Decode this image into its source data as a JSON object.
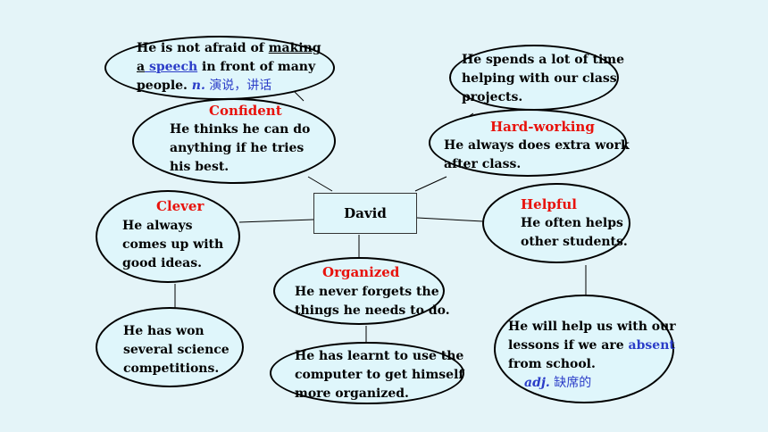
{
  "center": "David",
  "confident": {
    "title": "Confident",
    "lines": [
      "He thinks he can do",
      "anything if he tries",
      "his best."
    ],
    "detail": {
      "l1_pre": "He is not afraid of ",
      "l1_u": "making",
      "l2_a": "a",
      "l2_link": " speech",
      "l2_post": " in front of many",
      "l3_pre": "people. ",
      "l3_pos": "n.",
      "l3_cn": " 演说，讲话"
    }
  },
  "hardworking": {
    "title": "Hard-working",
    "lines": [
      "He always does extra work",
      "after class."
    ],
    "detail": [
      "He spends a lot of time",
      "helping with our class",
      "projects."
    ]
  },
  "clever": {
    "title": "Clever",
    "lines": [
      "He always",
      "comes up with",
      "good ideas."
    ],
    "detail": [
      "He has won",
      "several science",
      "competitions."
    ]
  },
  "organized": {
    "title": "Organized",
    "lines": [
      "He never forgets the",
      "things he needs to do."
    ],
    "detail": [
      "He has learnt to use the",
      "computer to get himself",
      "more organized."
    ]
  },
  "helpful": {
    "title": "Helpful",
    "lines": [
      "He often helps",
      "other students."
    ],
    "detail": {
      "l1": "He will help us with our",
      "l2_pre": "lessons if we are ",
      "l2_word": "absent",
      "l3": "from school.",
      "l4_pos": "adj.",
      "l4_cn": " 缺席的"
    }
  },
  "colors": {
    "background": "#e4f4f8",
    "ellipse_fill": "#dff6fb",
    "title_red": "#e8120c",
    "word_blue": "#2b3dc8"
  }
}
